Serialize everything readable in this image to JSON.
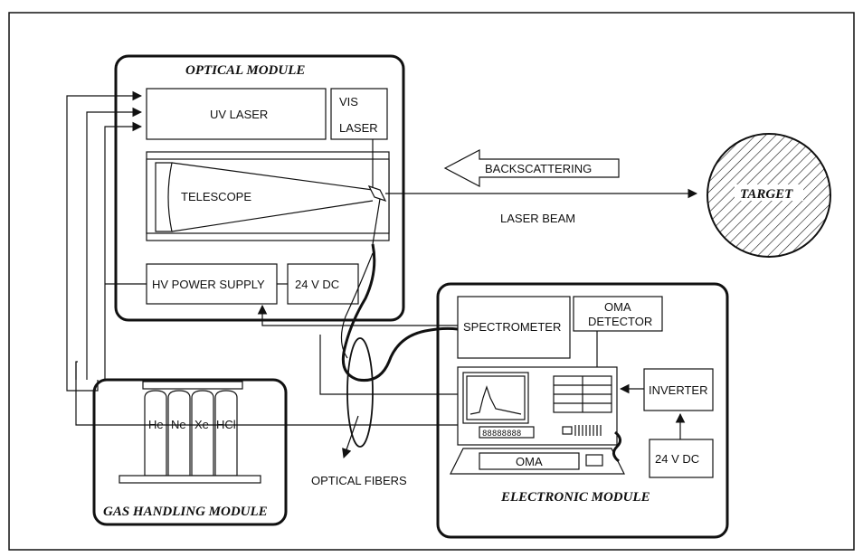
{
  "modules": {
    "optical": "OPTICAL MODULE",
    "gas": "GAS HANDLING MODULE",
    "electronic": "ELECTRONIC MODULE"
  },
  "labels": {
    "uv_laser": "UV LASER",
    "vis": "VIS",
    "laser": "LASER",
    "telescope": "TELESCOPE",
    "hv_power": "HV POWER SUPPLY",
    "dc_top": "24 V DC",
    "backscattering": "BACKSCATTERING",
    "laser_beam": "LASER BEAM",
    "target": "TARGET",
    "spectrometer": "SPECTROMETER",
    "oma_detector_1": "OMA",
    "oma_detector_2": "DETECTOR",
    "inverter": "INVERTER",
    "dc_bottom": "24 V DC",
    "oma": "OMA",
    "display_digits": "88888888",
    "optical_fibers": "OPTICAL FIBERS",
    "gases": [
      "He",
      "Ne",
      "Xe",
      "HCl"
    ]
  }
}
